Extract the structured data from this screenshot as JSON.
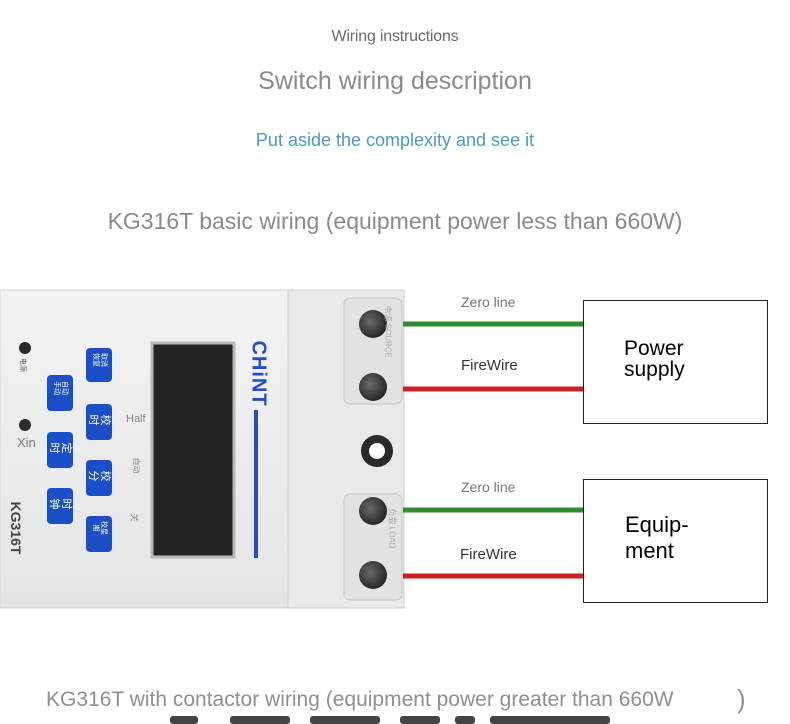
{
  "header": {
    "label": "Wiring instructions",
    "title": "Switch wiring description",
    "tagline": "Put aside the complexity and see it"
  },
  "section1": {
    "title": "KG316T basic wiring (equipment power less than 660W)"
  },
  "device": {
    "brand": "CHiNT",
    "model": "KG316T",
    "buttons": {
      "manual_auto": "自动手动",
      "clear_recall": "取消恢复",
      "set_timer": "定时",
      "adjust_time": "校时",
      "clock": "时钟",
      "adjust_minute": "校分",
      "adjust_week": "校星期"
    },
    "side_labels": {
      "power": "电源",
      "xin": "Xin",
      "half": "Half",
      "auto": "自动",
      "off": "关"
    },
    "terminal_labels": {
      "source": "电源 SOURCE",
      "load": "负载 LOAD"
    },
    "colors": {
      "body": "#ebebeb",
      "button": "#1a4fc7",
      "display": "#242424",
      "brand": "#1f4fd1"
    }
  },
  "wiring": {
    "top": {
      "zero_label": "Zero line",
      "fire_label": "FireWire",
      "box_label_1": "Power",
      "box_label_2": "supply"
    },
    "bottom": {
      "zero_label": "Zero line",
      "fire_label": "FireWire",
      "box_label_1": "Equip-",
      "box_label_2": "ment"
    },
    "colors": {
      "zero": "#2f8b2f",
      "fire": "#cc1f1f"
    }
  },
  "section2": {
    "title": "KG316T with contactor wiring (equipment power greater than 660W",
    "close_paren": ")"
  }
}
